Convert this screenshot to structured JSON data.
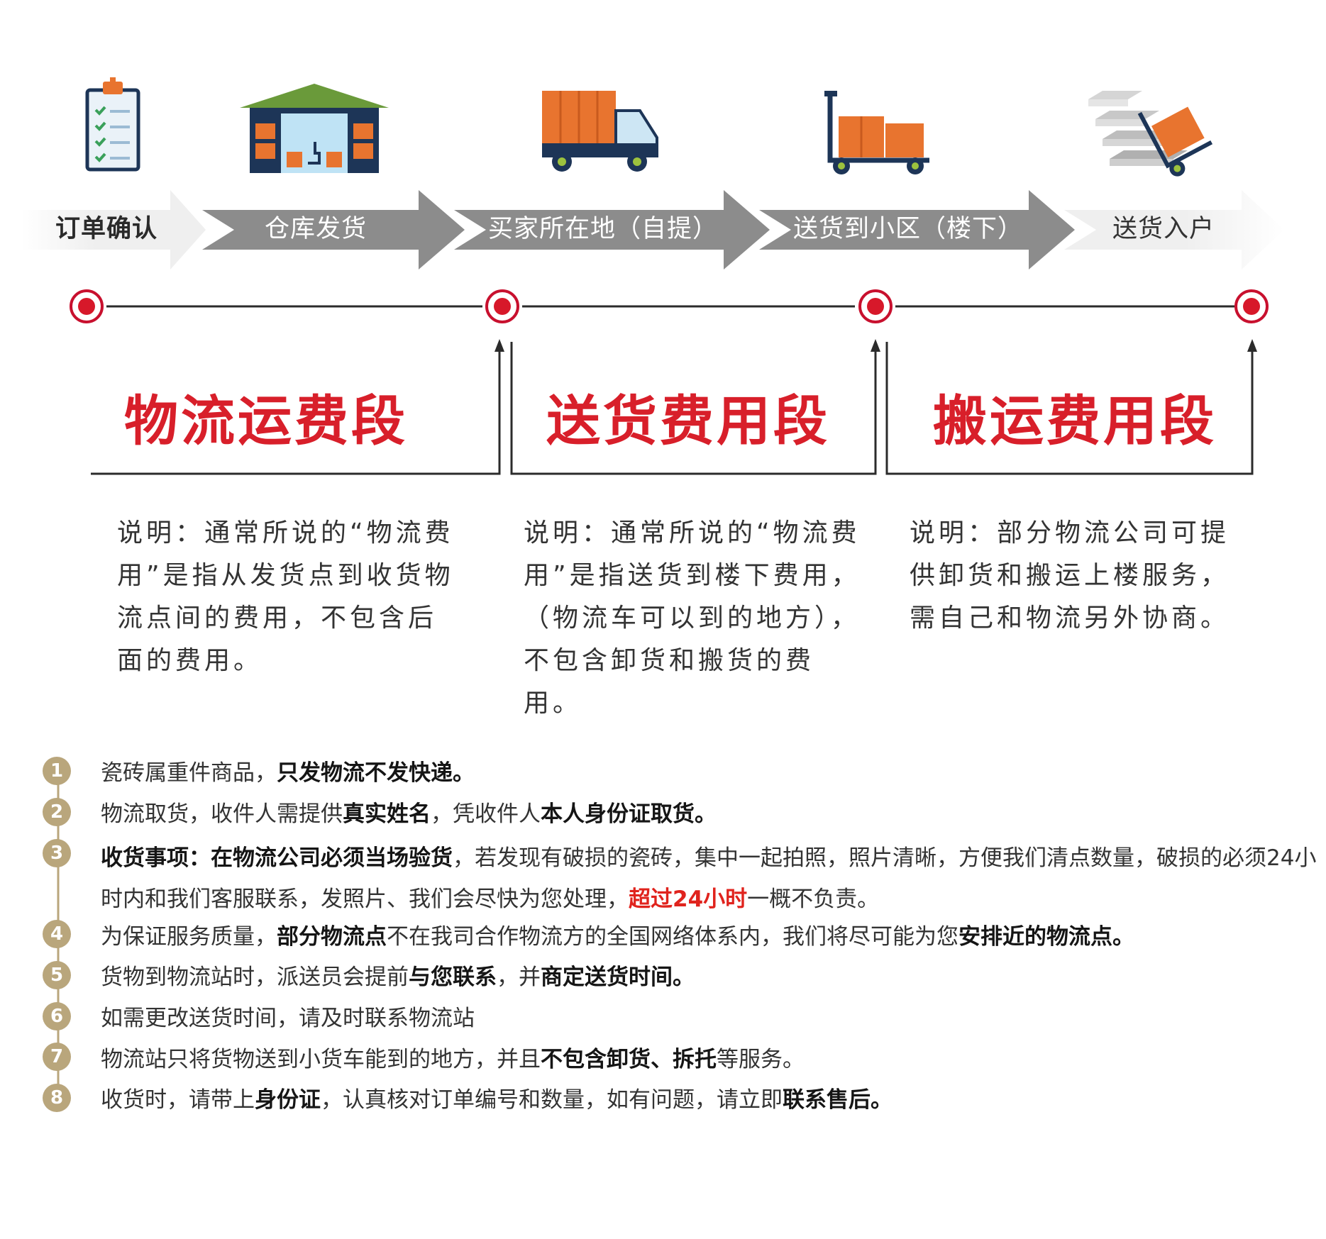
{
  "flow_steps": [
    "订单确认",
    "仓库发货",
    "买家所在地（自提）",
    "送货到小区（楼下）",
    "送货入户"
  ],
  "segments": [
    {
      "title": "物流运费段",
      "note": "说明：通常所说的“物流费用”是指从发货点到收货物流点间的费用，不包含后面的费用。"
    },
    {
      "title": "送货费用段",
      "note": "说明：通常所说的“物流费用”是指送货到楼下费用，（物流车可以到的地方），不包含卸货和搬货的费用。"
    },
    {
      "title": "搬运费用段",
      "note": "说明：部分物流公司可提供卸货和搬运上楼服务，需自己和物流另外协商。"
    }
  ],
  "notes": [
    {
      "num": "1",
      "parts": [
        {
          "t": "瓷砖属重件商品，",
          "s": "normal"
        },
        {
          "t": "只发物流不发快递。",
          "s": "bold"
        }
      ]
    },
    {
      "num": "2",
      "parts": [
        {
          "t": "物流取货，收件人需提供",
          "s": "normal"
        },
        {
          "t": "真实姓名",
          "s": "bold"
        },
        {
          "t": "，凭收件人",
          "s": "normal"
        },
        {
          "t": "本人身份证取货。",
          "s": "bold"
        }
      ]
    },
    {
      "num": "3",
      "parts": [
        {
          "t": "收货事项：在物流公司必须当场验货",
          "s": "bold"
        },
        {
          "t": "，若发现有破损的瓷砖，集中一起拍照，照片清晰，方便我们清点数量，破损的必须24小时内和我们客服联系，发照片、我们会尽快为您处理，",
          "s": "normal"
        },
        {
          "t": "超过24小时",
          "s": "red"
        },
        {
          "t": "一概不负责。",
          "s": "normal"
        }
      ]
    },
    {
      "num": "4",
      "parts": [
        {
          "t": "为保证服务质量，",
          "s": "normal"
        },
        {
          "t": "部分物流点",
          "s": "bold"
        },
        {
          "t": "不在我司合作物流方的全国网络体系内，我们将尽可能为您",
          "s": "normal"
        },
        {
          "t": "安排近的物流点。",
          "s": "bold"
        }
      ]
    },
    {
      "num": "5",
      "parts": [
        {
          "t": "货物到物流站时，派送员会提前",
          "s": "normal"
        },
        {
          "t": "与您联系",
          "s": "bold"
        },
        {
          "t": "，并",
          "s": "normal"
        },
        {
          "t": "商定送货时间。",
          "s": "bold"
        }
      ]
    },
    {
      "num": "6",
      "parts": [
        {
          "t": "如需更改送货时间，请及时联系物流站",
          "s": "normal"
        }
      ]
    },
    {
      "num": "7",
      "parts": [
        {
          "t": "物流站只将货物送到小货车能到的地方，并且",
          "s": "normal"
        },
        {
          "t": "不包含卸货、拆托",
          "s": "bold"
        },
        {
          "t": "等服务。",
          "s": "normal"
        }
      ]
    },
    {
      "num": "8",
      "parts": [
        {
          "t": "收货时，请带上",
          "s": "normal"
        },
        {
          "t": "身份证",
          "s": "bold"
        },
        {
          "t": "，认真核对订单编号和数量，如有问题，请立即",
          "s": "normal"
        },
        {
          "t": "联系售后。",
          "s": "bold"
        }
      ]
    }
  ],
  "colors": {
    "accent": "#d81f2a",
    "arrow": "#8c8c8c",
    "badge": "#b9a67c",
    "orange": "#e8742f",
    "navy": "#1d3557"
  }
}
